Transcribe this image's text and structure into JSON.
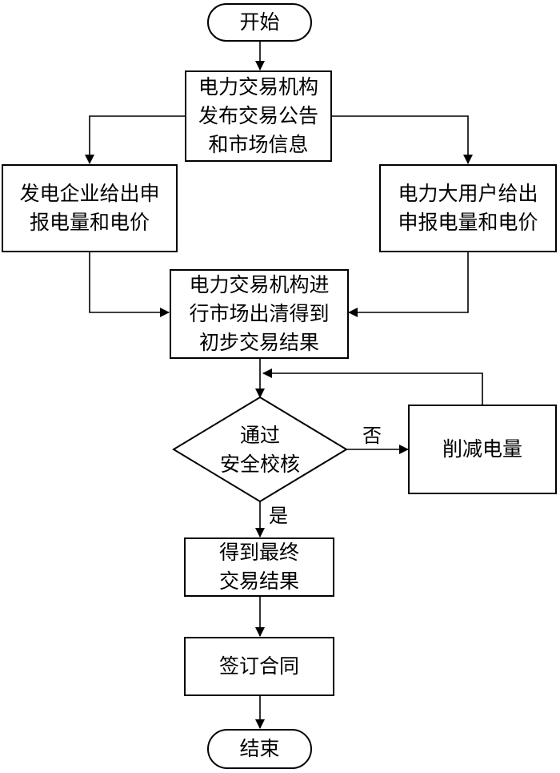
{
  "nodes": {
    "start": "开始",
    "announce": "电力交易机构\n发布交易公告\n和市场信息",
    "generator_bid": "发电企业给出申\n报电量和电价",
    "consumer_bid": "电力大用户给出\n申报电量和电价",
    "clearing": "电力交易机构进\n行市场出清得到\n初步交易结果",
    "security_check": "通过\n安全校核",
    "reduce": "削减电量",
    "final_result": "得到最终\n交易结果",
    "sign": "签订合同",
    "end": "结束"
  },
  "edge_labels": {
    "no": "否",
    "yes": "是"
  },
  "colors": {
    "stroke": "#000000",
    "background": "#ffffff"
  }
}
